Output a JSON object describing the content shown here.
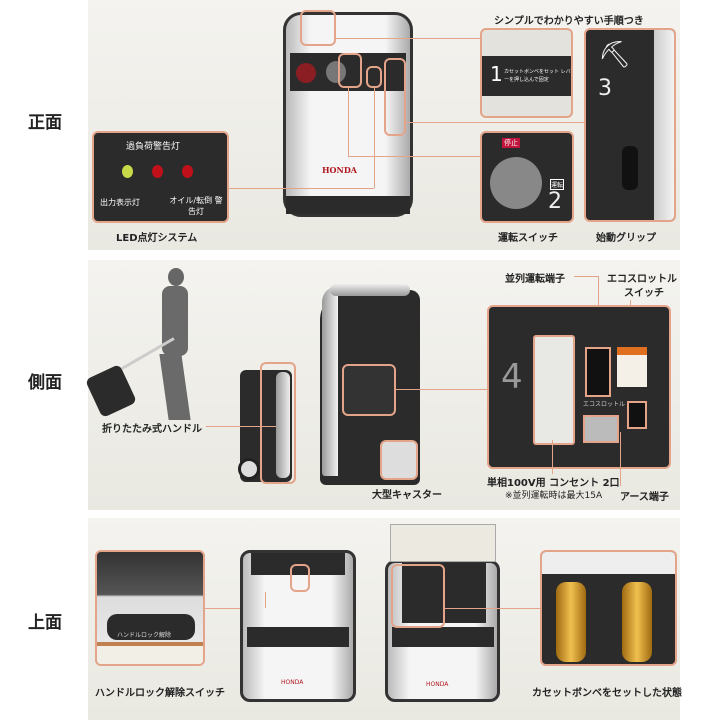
{
  "sections": {
    "front": "正面",
    "side": "側面",
    "top": "上面"
  },
  "front": {
    "procedure_caption": "シンプルでわかりやすい手順つき",
    "step1_text": "カセットボンベをセット レバーを押し込んで固定",
    "step1_number": "1",
    "led": {
      "overload": "過負荷警告灯",
      "output": "出力表示灯",
      "oil": "オイル/転倒 警告灯",
      "caption": "LED点灯システム",
      "colors": [
        "#c8d94a",
        "#c0101a",
        "#c0101a"
      ]
    },
    "switch": {
      "stop": "停止",
      "run": "運転",
      "number": "2",
      "caption": "運転スイッチ"
    },
    "grip": {
      "number": "3",
      "caption": "始動グリップ"
    },
    "brand": "HONDA"
  },
  "side": {
    "parallel_terminal": "並列運転端子",
    "eco_switch_1": "エコスロットル",
    "eco_switch_2": "スイッチ",
    "handle": "折りたたみ式ハンドル",
    "caster": "大型キャスター",
    "outlet": "単相100V用 コンセント 2口",
    "outlet_note": "※並列運転時は最大15A",
    "earth": "アース端子",
    "panel_number": "4",
    "panel_eco_label": "エコスロットル"
  },
  "top": {
    "handle_lock": "ハンドルロック解除スイッチ",
    "handle_lock_plate": "ハンドルロック解除",
    "cassette_set": "カセットボンベをセットした状態",
    "brand": "HONDA"
  },
  "colors": {
    "accent": "#e3a48a",
    "background": "#efeee8"
  }
}
